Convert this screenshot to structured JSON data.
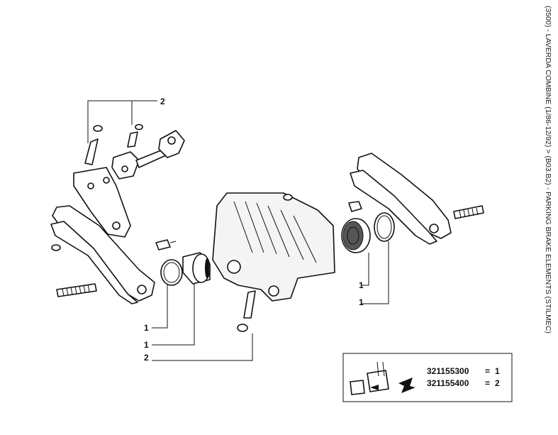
{
  "header": {
    "title": "(3500) - LAVERDA COMBINE (1/86-12/92) > (B03.B2) - PARKING BRAKE ELEMENTS (STILMEC)"
  },
  "callouts": {
    "top_left_2": "2",
    "left_ring_1": "1",
    "left_piston_1": "1",
    "bottom_pin_2": "2",
    "right_ring_1": "1",
    "right_piston_1": "1"
  },
  "legend": {
    "rows": [
      {
        "code": "321155300",
        "sep": "=",
        "ref": "1"
      },
      {
        "code": "321155400",
        "sep": "=",
        "ref": "2"
      }
    ]
  }
}
